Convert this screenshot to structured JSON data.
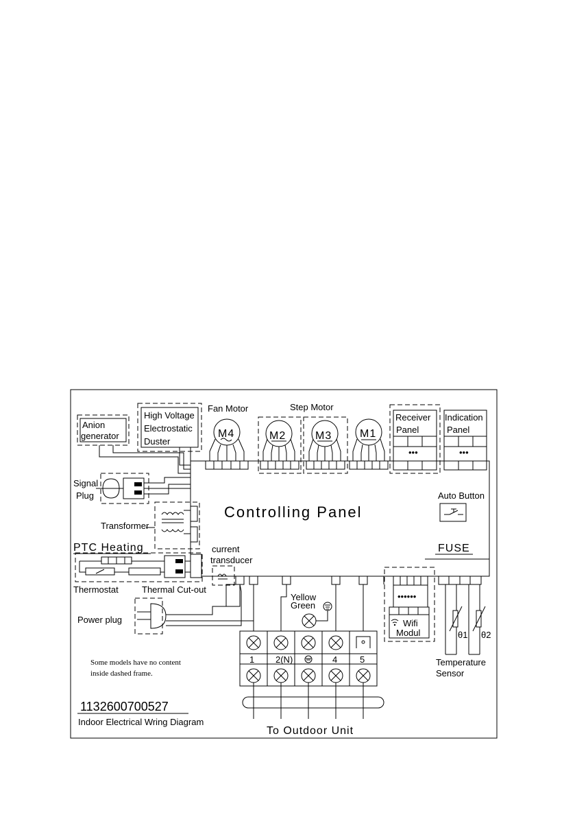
{
  "components": {
    "fan_motor": "Fan Motor",
    "step_motor": "Step Motor",
    "m4": "M4",
    "m2": "M2",
    "m3": "M3",
    "m1": "M1",
    "anion_1": "Anion",
    "anion_2": "generator",
    "hv_1": "High Voltage",
    "hv_2": "Electrostatic",
    "hv_3": "Duster",
    "receiver_1": "Receiver",
    "receiver_2": "Panel",
    "indication_1": "Indication",
    "indication_2": "Panel",
    "signal_1": "Signal",
    "signal_2": "Plug",
    "transformer": "Transformer",
    "ptc": "PTC Heating",
    "thermostat": "Thermostat",
    "thermal_cutout": "Thermal Cut-out",
    "current_1": "current",
    "current_2": "transducer",
    "controlling_panel": "Controlling Panel",
    "auto_button": "Auto Button",
    "fuse": "FUSE",
    "power_plug": "Power plug",
    "yellow": "Yellow",
    "green": "Green",
    "wifi_1": "Wifi",
    "wifi_2": "Modul",
    "temp_1": "Temperature",
    "temp_2": "Sensor",
    "theta1": "θ1",
    "theta2": "θ2",
    "dots": "•••",
    "wifi_dots": "••••••"
  },
  "terminals": [
    "1",
    "2(N)",
    "",
    "4",
    "5"
  ],
  "note_1": "Some models have no content",
  "note_2": "inside dashed frame.",
  "doc_code": "1132600700527",
  "title": "Indoor Electrical Wring Diagram",
  "outdoor": "To Outdoor Unit"
}
